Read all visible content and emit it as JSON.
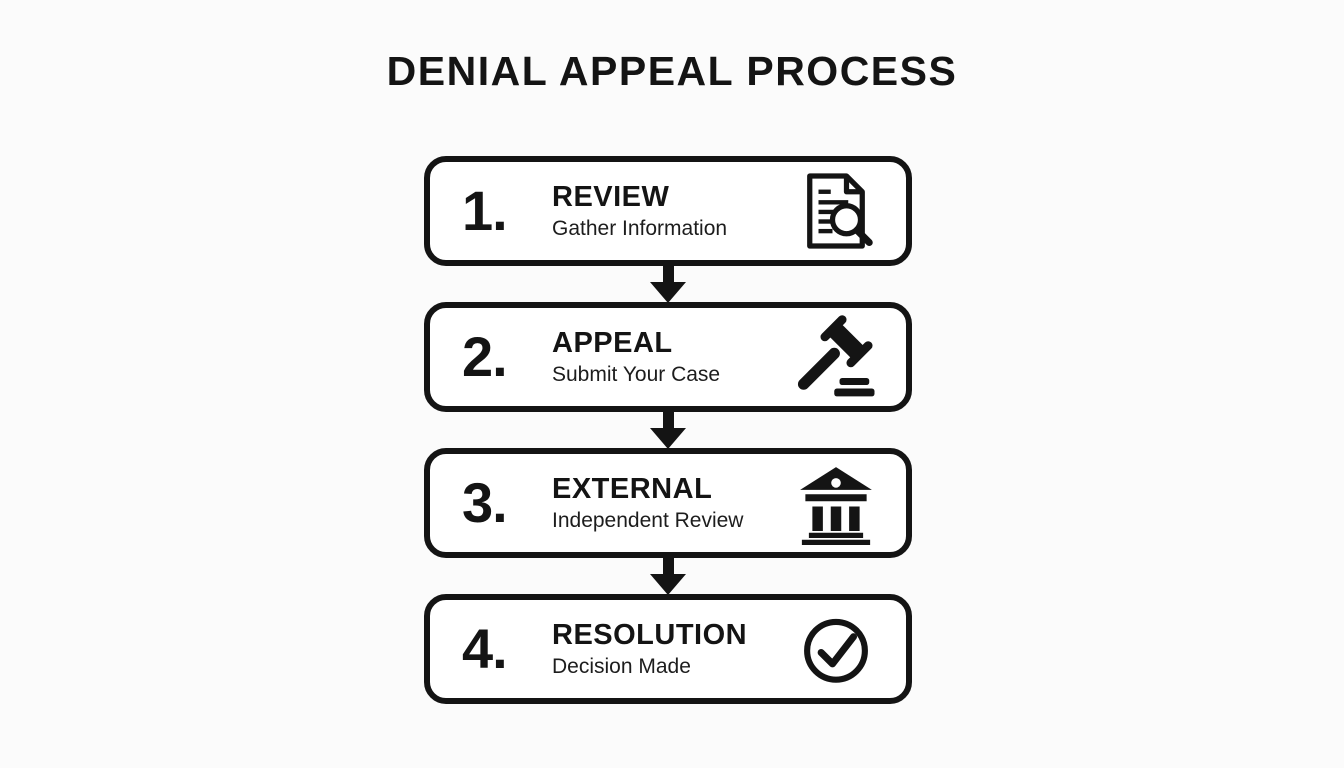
{
  "title": "DENIAL APPEAL PROCESS",
  "colors": {
    "background": "#fbfbfb",
    "box_background": "#ffffff",
    "ink": "#141414"
  },
  "steps": [
    {
      "number": "1.",
      "title": "REVIEW",
      "subtitle": "Gather Information",
      "icon": "document-search-icon"
    },
    {
      "number": "2.",
      "title": "APPEAL",
      "subtitle": "Submit Your Case",
      "icon": "gavel-icon"
    },
    {
      "number": "3.",
      "title": "EXTERNAL",
      "subtitle": "Independent Review",
      "icon": "bank-icon"
    },
    {
      "number": "4.",
      "title": "RESOLUTION",
      "subtitle": "Decision Made",
      "icon": "check-circle-icon"
    }
  ],
  "connectors": [
    {
      "from": "REVIEW",
      "to": "APPEAL",
      "direction": "down"
    },
    {
      "from": "APPEAL",
      "to": "EXTERNAL",
      "direction": "down"
    },
    {
      "from": "EXTERNAL",
      "to": "RESOLUTION",
      "direction": "down"
    }
  ]
}
